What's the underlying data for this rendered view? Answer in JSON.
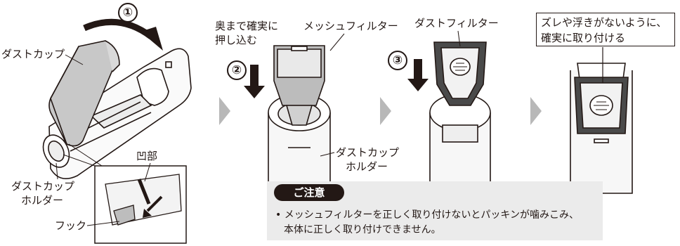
{
  "labels": {
    "dust_cup": "ダストカップ",
    "dust_cup_holder_left_line1": "ダストカップ",
    "dust_cup_holder_left_line2": "ホルダー",
    "recess": "凹部",
    "hook": "フック",
    "insert_line1": "奥まで確実に",
    "insert_line2": "押し込む",
    "mesh_filter": "メッシュフィルター",
    "dust_filter": "ダストフィルター",
    "dust_cup_holder_mid_line1": "ダストカップ",
    "dust_cup_holder_mid_line2": "ホルダー"
  },
  "steps": {
    "step1": "①",
    "step2": "②",
    "step3": "③"
  },
  "callout": {
    "line1": "ズレや浮きがないように、",
    "line2": "確実に取り付ける"
  },
  "caution": {
    "title": "ご注意",
    "line1": "• メッシュフィルターを正しく取り付けないとパッキンが噛みこみ、",
    "line2": "本体に正しく取り付けできません。"
  }
}
